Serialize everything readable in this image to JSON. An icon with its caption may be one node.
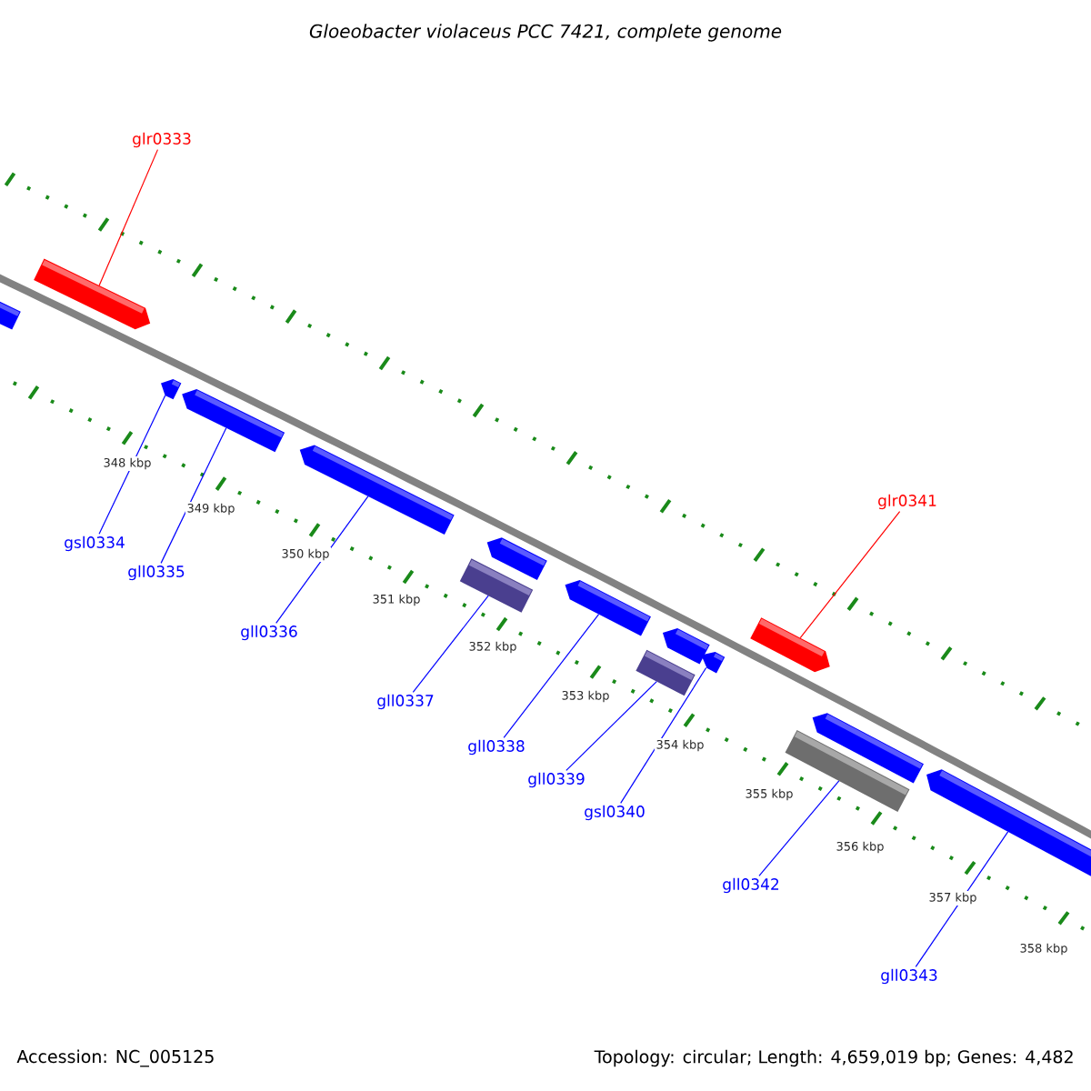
{
  "diagram": {
    "title": "Gloeobacter violaceus PCC 7421, complete genome",
    "nodes": [
      {
        "text": [
          "glr0333"
        ]
      },
      {
        "text": [
          "gsl0334"
        ]
      },
      {
        "text": [
          "gll0335"
        ]
      },
      {
        "text": [
          "gll0336"
        ]
      },
      {
        "text": [
          "gll0337"
        ]
      },
      {
        "text": [
          "gll0338"
        ]
      },
      {
        "text": [
          "gll0339"
        ]
      },
      {
        "text": [
          "gsl0340"
        ]
      },
      {
        "text": [
          "glr0341"
        ]
      },
      {
        "text": [
          "gll0342"
        ]
      },
      {
        "text": [
          "gll0343"
        ]
      },
      {
        "text": [],
        "shape": "bar"
      },
      {
        "text": [],
        "shape": "bar"
      },
      {
        "text": [],
        "shape": "bar"
      },
      {
        "text": [],
        "shape": "bar"
      },
      {
        "text": [],
        "shape": "bar"
      },
      {
        "text": [],
        "shape": "bar"
      },
      {
        "text": [],
        "shape": "bar"
      },
      {
        "text": [],
        "shape": "bar"
      },
      {
        "text": [],
        "shape": "bar"
      },
      {
        "text": [],
        "shape": "bar"
      },
      {
        "text": [],
        "shape": "bar"
      },
      {
        "text": [],
        "shape": "bar"
      },
      {
        "text": [],
        "shape": "bar"
      },
      {
        "text": [],
        "shape": "bar"
      },
      {
        "text": [],
        "shape": "bar"
      }
    ],
    "edges": [
      {
        "from": 0,
        "to": 12,
        "arrow": "none",
        "color": "#ff0000"
      },
      {
        "from": 1,
        "to": 13,
        "arrow": "none"
      },
      {
        "from": 2,
        "to": 14,
        "arrow": "none"
      },
      {
        "from": 3,
        "to": 15,
        "arrow": "none"
      },
      {
        "from": 4,
        "to": 16,
        "arrow": "none"
      },
      {
        "from": 5,
        "to": 18,
        "arrow": "none"
      },
      {
        "from": 6,
        "to": 19,
        "arrow": "none"
      },
      {
        "from": 7,
        "to": 21,
        "arrow": "none"
      },
      {
        "from": 8,
        "to": 22,
        "arrow": "none",
        "color": "#ff0000"
      },
      {
        "from": 9,
        "to": 23,
        "arrow": "none"
      },
      {
        "from": 10,
        "to": 25,
        "arrow": "none"
      }
    ],
    "labels": [
      "348 kbp",
      "349 kbp",
      "350 kbp",
      "351 kbp",
      "352 kbp",
      "353 kbp",
      "354 kbp",
      "355 kbp",
      "356 kbp",
      "357 kbp",
      "358 kbp",
      "Accession: NC_005125",
      "Topology: circular; Length: 4,659,019 bp; Genes: 4,482"
    ]
  }
}
